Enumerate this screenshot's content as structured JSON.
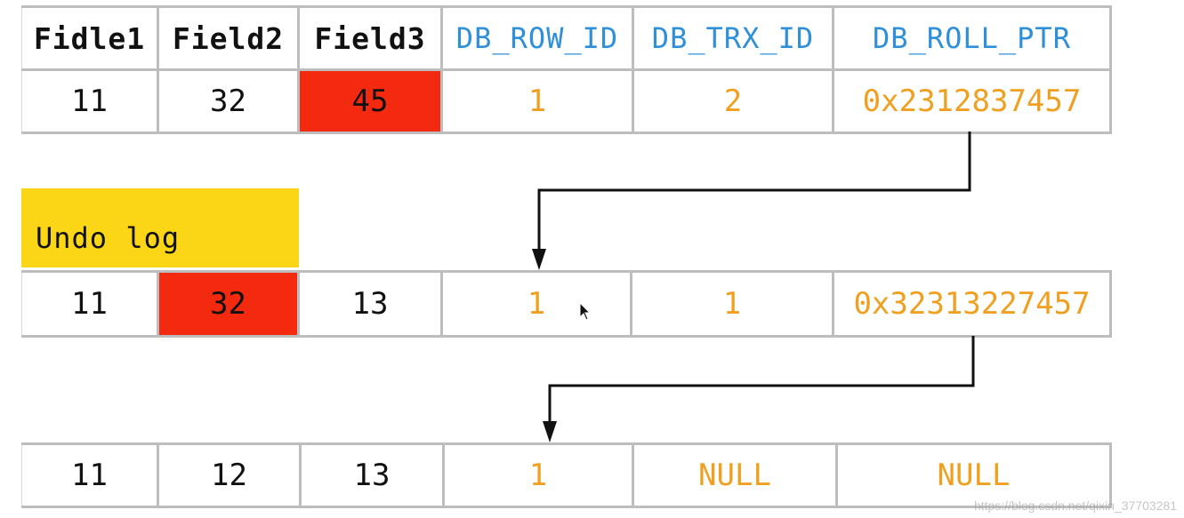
{
  "header": {
    "columns": [
      "Fidle1",
      "Field2",
      "Field3",
      "DB_ROW_ID",
      "DB_TRX_ID",
      "DB_ROLL_PTR"
    ]
  },
  "current_row": {
    "cells": [
      "11",
      "32",
      "45",
      "1",
      "2",
      "0x2312837457"
    ]
  },
  "undo_log": {
    "label": "Undo log",
    "row1": {
      "cells": [
        "11",
        "32",
        "13",
        "1",
        "1",
        "0x32313227457"
      ]
    },
    "row2": {
      "cells": [
        "11",
        "12",
        "13",
        "1",
        "NULL",
        "NULL"
      ]
    }
  },
  "watermark": "https://blog.csdn.net/qixin_37703281",
  "colors": {
    "hidden_column_header": "#2f8fd8",
    "hidden_column_value": "#f0a020",
    "changed_cell": "#f42a10",
    "undo_label_bg": "#fbd616",
    "border": "#bdbdbd"
  }
}
